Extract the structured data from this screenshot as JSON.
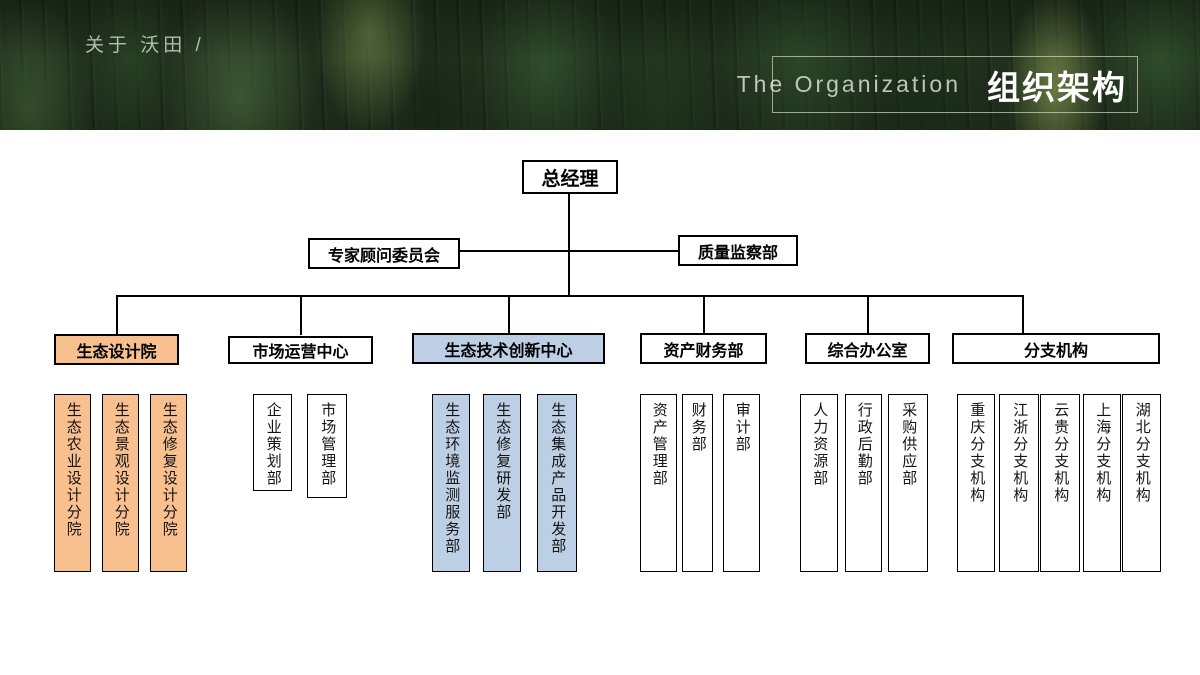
{
  "banner": {
    "kicker": "关于 沃田 /",
    "title_en": "The Organization",
    "title_zh": "组织架构"
  },
  "colors": {
    "highlight_orange": "#F9C08F",
    "highlight_blue": "#BCCFE4",
    "line": "#000000"
  },
  "org": {
    "root": {
      "label": "总经理"
    },
    "staff": [
      {
        "label": "专家顾问委员会"
      },
      {
        "label": "质量监察部"
      }
    ],
    "departments": [
      {
        "label": "生态设计院",
        "highlight": "orange",
        "children": [
          {
            "label": "生态农业设计分院"
          },
          {
            "label": "生态景观设计分院"
          },
          {
            "label": "生态修复设计分院"
          }
        ]
      },
      {
        "label": "市场运营中心",
        "highlight": "none",
        "children": [
          {
            "label": "企业策划部"
          },
          {
            "label": "市场管理部"
          }
        ]
      },
      {
        "label": "生态技术创新中心",
        "highlight": "blue",
        "children": [
          {
            "label": "生态环境监测服务部"
          },
          {
            "label": "生态修复研发部"
          },
          {
            "label": "生态集成产品开发部"
          }
        ]
      },
      {
        "label": "资产财务部",
        "highlight": "none",
        "children": [
          {
            "label": "资产管理部"
          },
          {
            "label": "财务部"
          },
          {
            "label": "审计部"
          }
        ]
      },
      {
        "label": "综合办公室",
        "highlight": "none",
        "children": [
          {
            "label": "人力资源部"
          },
          {
            "label": "行政后勤部"
          },
          {
            "label": "采购供应部"
          }
        ]
      },
      {
        "label": "分支机构",
        "highlight": "none",
        "children": [
          {
            "label": "重庆分支机构"
          },
          {
            "label": "江浙分支机构"
          },
          {
            "label": "云贵分支机构"
          },
          {
            "label": "上海分支机构"
          },
          {
            "label": "湖北分支机构"
          }
        ]
      }
    ]
  }
}
